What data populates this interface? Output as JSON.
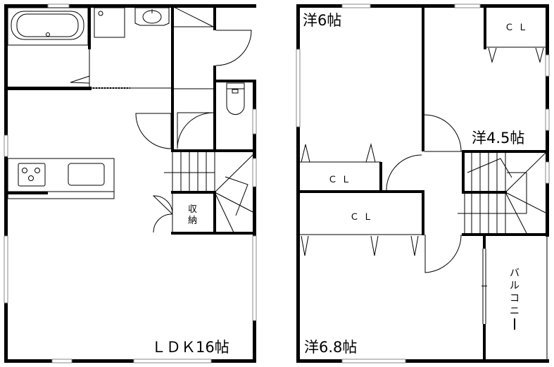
{
  "floor1": {
    "ldk_label": "ＬＤＫ16帖",
    "storage_label_1": "収",
    "storage_label_2": "納"
  },
  "floor2": {
    "room_6_label": "洋6帖",
    "room_45_label": "洋4.5帖",
    "room_68_label": "洋6.8帖",
    "closet_top_label": "ＣＬ",
    "closet_small_label": "ＣＬ",
    "closet_long_label": "ＣＬ",
    "balcony_label": [
      "バ",
      "ル",
      "コ",
      "ニ",
      "ー"
    ]
  }
}
